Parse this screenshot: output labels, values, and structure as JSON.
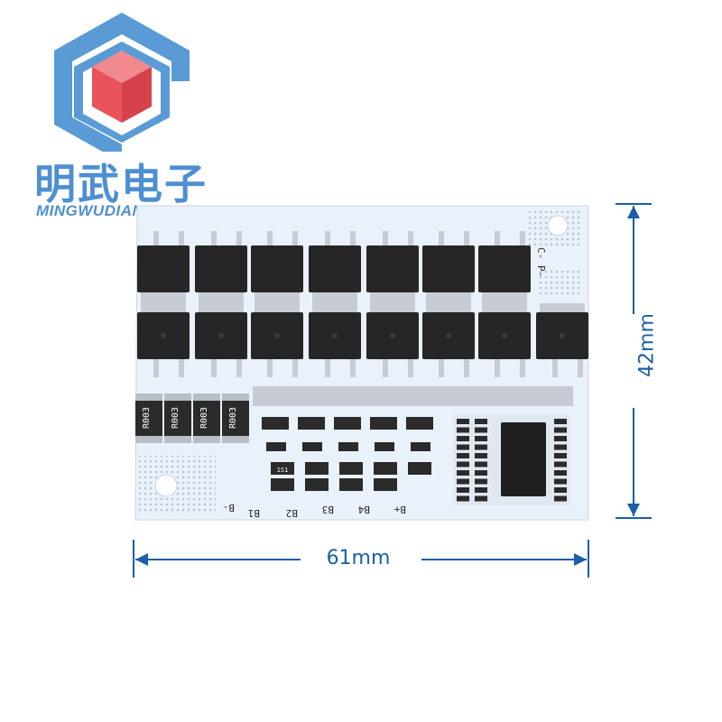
{
  "brand": {
    "name_cn": "明武电子",
    "name_en": "MINGWUDIANZI",
    "logo_outline_color": "#5a9bd5",
    "logo_cube_color": "#e8535c",
    "text_color": "#4d8fd2"
  },
  "board": {
    "pcb_color": "#e9f1fb",
    "component_color": "#262626",
    "shunt_resistor_labels": [
      "R003",
      "R003",
      "R003",
      "R003"
    ],
    "diode_label": "1S1",
    "pad_labels": [
      "B-",
      "B1",
      "B2",
      "B3",
      "B4",
      "B+"
    ],
    "connector_labels": [
      "C-",
      "P-"
    ]
  },
  "dimensions": {
    "width_label": "61mm",
    "height_label": "42mm",
    "arrow_color": "#1a5fa8"
  }
}
